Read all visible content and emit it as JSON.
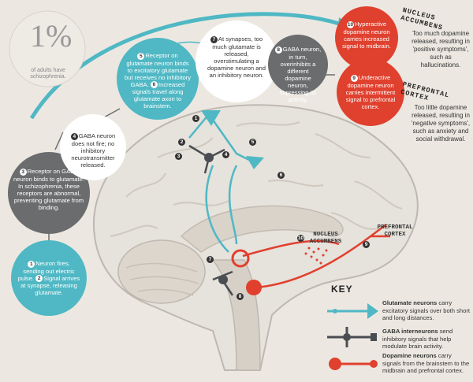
{
  "stat": {
    "value": "1%",
    "caption": "of adults have schizophrenia."
  },
  "steps": [
    {
      "id": "1",
      "text": "Neuron fires, sending out electric pulse."
    },
    {
      "id": "2",
      "text": "Signal arrives at synapse, releasing glutamate."
    },
    {
      "id": "3",
      "text": "Receptor on GABA neuron binds to glutamate. In schizophrenia, these receptors are abnormal, preventing glutamate from binding."
    },
    {
      "id": "4",
      "text": "GABA neuron does not fire; no inhibitory neurotransmitter released."
    },
    {
      "id": "5",
      "text": "Receptor on glutamate neuron binds to excitatory glutamate but receives no inhibitory GABA."
    },
    {
      "id": "6",
      "text": "Increased signals travel along glutamate axon to brainstem."
    },
    {
      "id": "7",
      "text": "At synapses, too much glutamate is released, overstimulating a dopamine neuron and an inhibitory neuron."
    },
    {
      "id": "8",
      "text": "GABA neuron, in turn, overinhibits a different dopamine neuron, supressing its activity."
    },
    {
      "id": "9",
      "text": "Underactive dopamine neuron carries intermittent signal to prefrontal cortex."
    },
    {
      "id": "10",
      "text": "Hyperactive dopamine neuron carries increased signal to midbrain."
    }
  ],
  "regions": {
    "nucleus_accumbens": {
      "title": "NUCLEUS ACCUMBENS",
      "text": "Too much dopamine released, resulting in 'positive symptoms', such as hallucinations.",
      "brain_label": "NUCLEUS ACCUMBENS"
    },
    "prefrontal_cortex": {
      "title": "PREFRONTAL CORTEX",
      "text": "Too little dopamine released, resulting in 'negative symptoms', such as anxiety and social withdrawal.",
      "brain_label": "PREFRONTAL CORTEX"
    }
  },
  "key": {
    "title": "KEY",
    "items": [
      {
        "name": "Glutamate neurons",
        "desc": "carry excitatory signals over both short and long distances.",
        "color": "#4fb8c4"
      },
      {
        "name": "GABA interneurons",
        "desc": "send inhibitory signals that help modulate brain activity.",
        "color": "#4a4d52"
      },
      {
        "name": "Dopamine neurons",
        "desc": "carry signals from the brainstem to the midbrain and prefrontal cortex.",
        "color": "#e0402e"
      }
    ]
  },
  "brain_markers": [
    "1",
    "2",
    "3",
    "4",
    "5",
    "6",
    "7",
    "8",
    "9",
    "10"
  ],
  "colors": {
    "teal": "#4fb8c4",
    "gray": "#6a6c6e",
    "dark": "#4a4d52",
    "red": "#e0402e",
    "background": "#ece8e1"
  }
}
